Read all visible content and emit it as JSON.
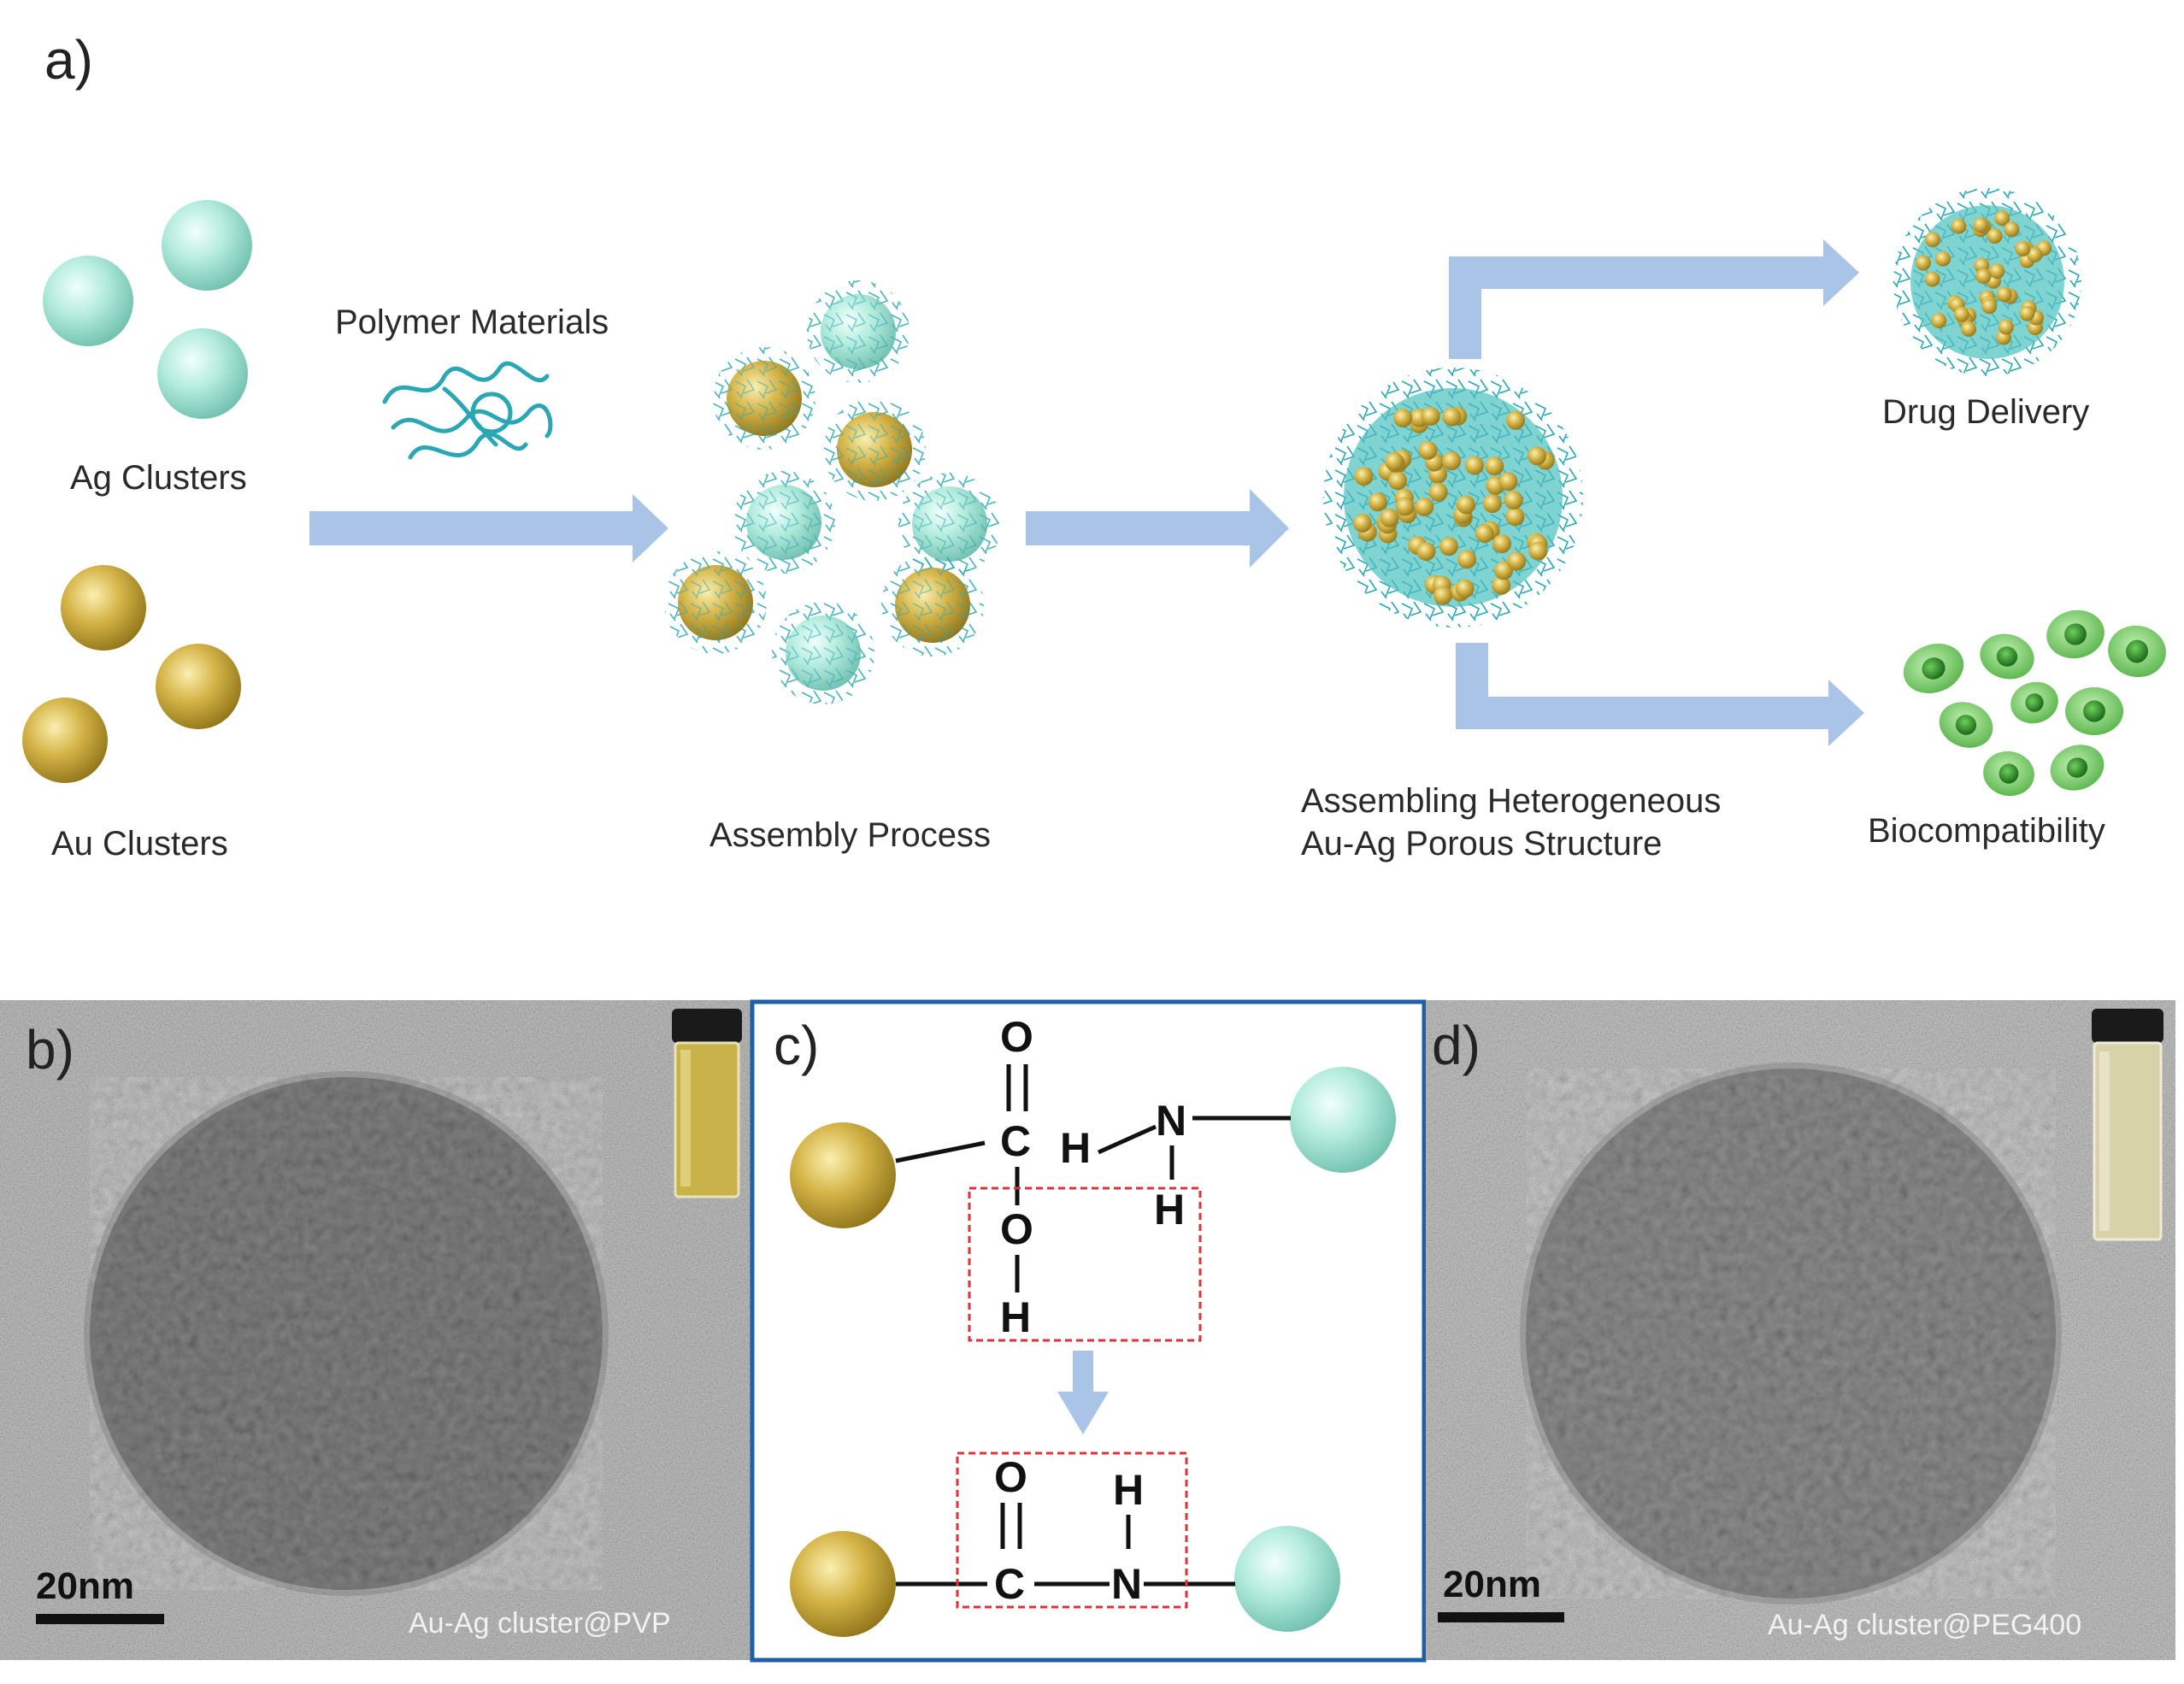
{
  "panel_a": {
    "letter": "a)",
    "ag_label": "Ag Clusters",
    "au_label": "Au Clusters",
    "polymer_label": "Polymer Materials",
    "assembly_label": "Assembly Process",
    "structure_label_line1": "Assembling Heterogeneous",
    "structure_label_line2": "Au-Ag Porous Structure",
    "drug_label": "Drug Delivery",
    "bio_label": "Biocompatibility"
  },
  "panel_b": {
    "letter": "b)",
    "scale_label": "20nm",
    "caption": "Au-Ag cluster@PVP"
  },
  "panel_c": {
    "letter": "c)",
    "atoms_top": {
      "o_double": "O",
      "c": "C",
      "o_single": "O",
      "h_oh": "H",
      "h_left": "H",
      "n": "N",
      "h_below": "H"
    },
    "atoms_bottom": {
      "o": "O",
      "c": "C",
      "n": "N",
      "h": "H"
    }
  },
  "panel_d": {
    "letter": "d)",
    "scale_label": "20nm",
    "caption": "Au-Ag cluster@PEG400"
  },
  "colors": {
    "ag": "#a8e6d6",
    "au": "#d4b445",
    "arrow": "#a9c4e6",
    "polymer": "#2aa6b4",
    "frame": "#1f5fa8",
    "dashed": "#e0303a",
    "cell": "#7ccf6a"
  }
}
